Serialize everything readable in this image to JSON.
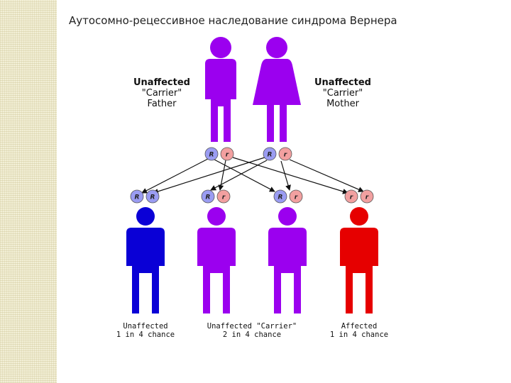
{
  "slide": {
    "title": "Аутосомно-рецессивное наследование синдрома Вернера"
  },
  "colors": {
    "carrier": "#9b00ef",
    "unaffected": "#0a00d6",
    "affected": "#e60000",
    "allele_dominant": "#9a9cf2",
    "allele_recessive": "#f2a0a0",
    "strip": "#f2efd6"
  },
  "parents": {
    "father": {
      "status_line": "Unaffected",
      "carrier_line": "\"Carrier\"",
      "role_line": "Father",
      "alleles": [
        "R",
        "r"
      ]
    },
    "mother": {
      "status_line": "Unaffected",
      "carrier_line": "\"Carrier\"",
      "role_line": "Mother",
      "alleles": [
        "R",
        "r"
      ]
    }
  },
  "children": [
    {
      "alleles": [
        "R",
        "R"
      ],
      "status_line": "Unaffected",
      "chance_line": "1 in 4 chance",
      "color_key": "unaffected"
    },
    {
      "alleles": [
        "R",
        "r"
      ],
      "status_line": "Unaffected \"Carrier\"",
      "chance_line": "2 in 4 chance",
      "color_key": "carrier"
    },
    {
      "alleles": [
        "R",
        "r"
      ],
      "status_line": "",
      "chance_line": "",
      "color_key": "carrier"
    },
    {
      "alleles": [
        "r",
        "r"
      ],
      "status_line": "Affected",
      "chance_line": "1 in 4 chance",
      "color_key": "affected"
    }
  ]
}
